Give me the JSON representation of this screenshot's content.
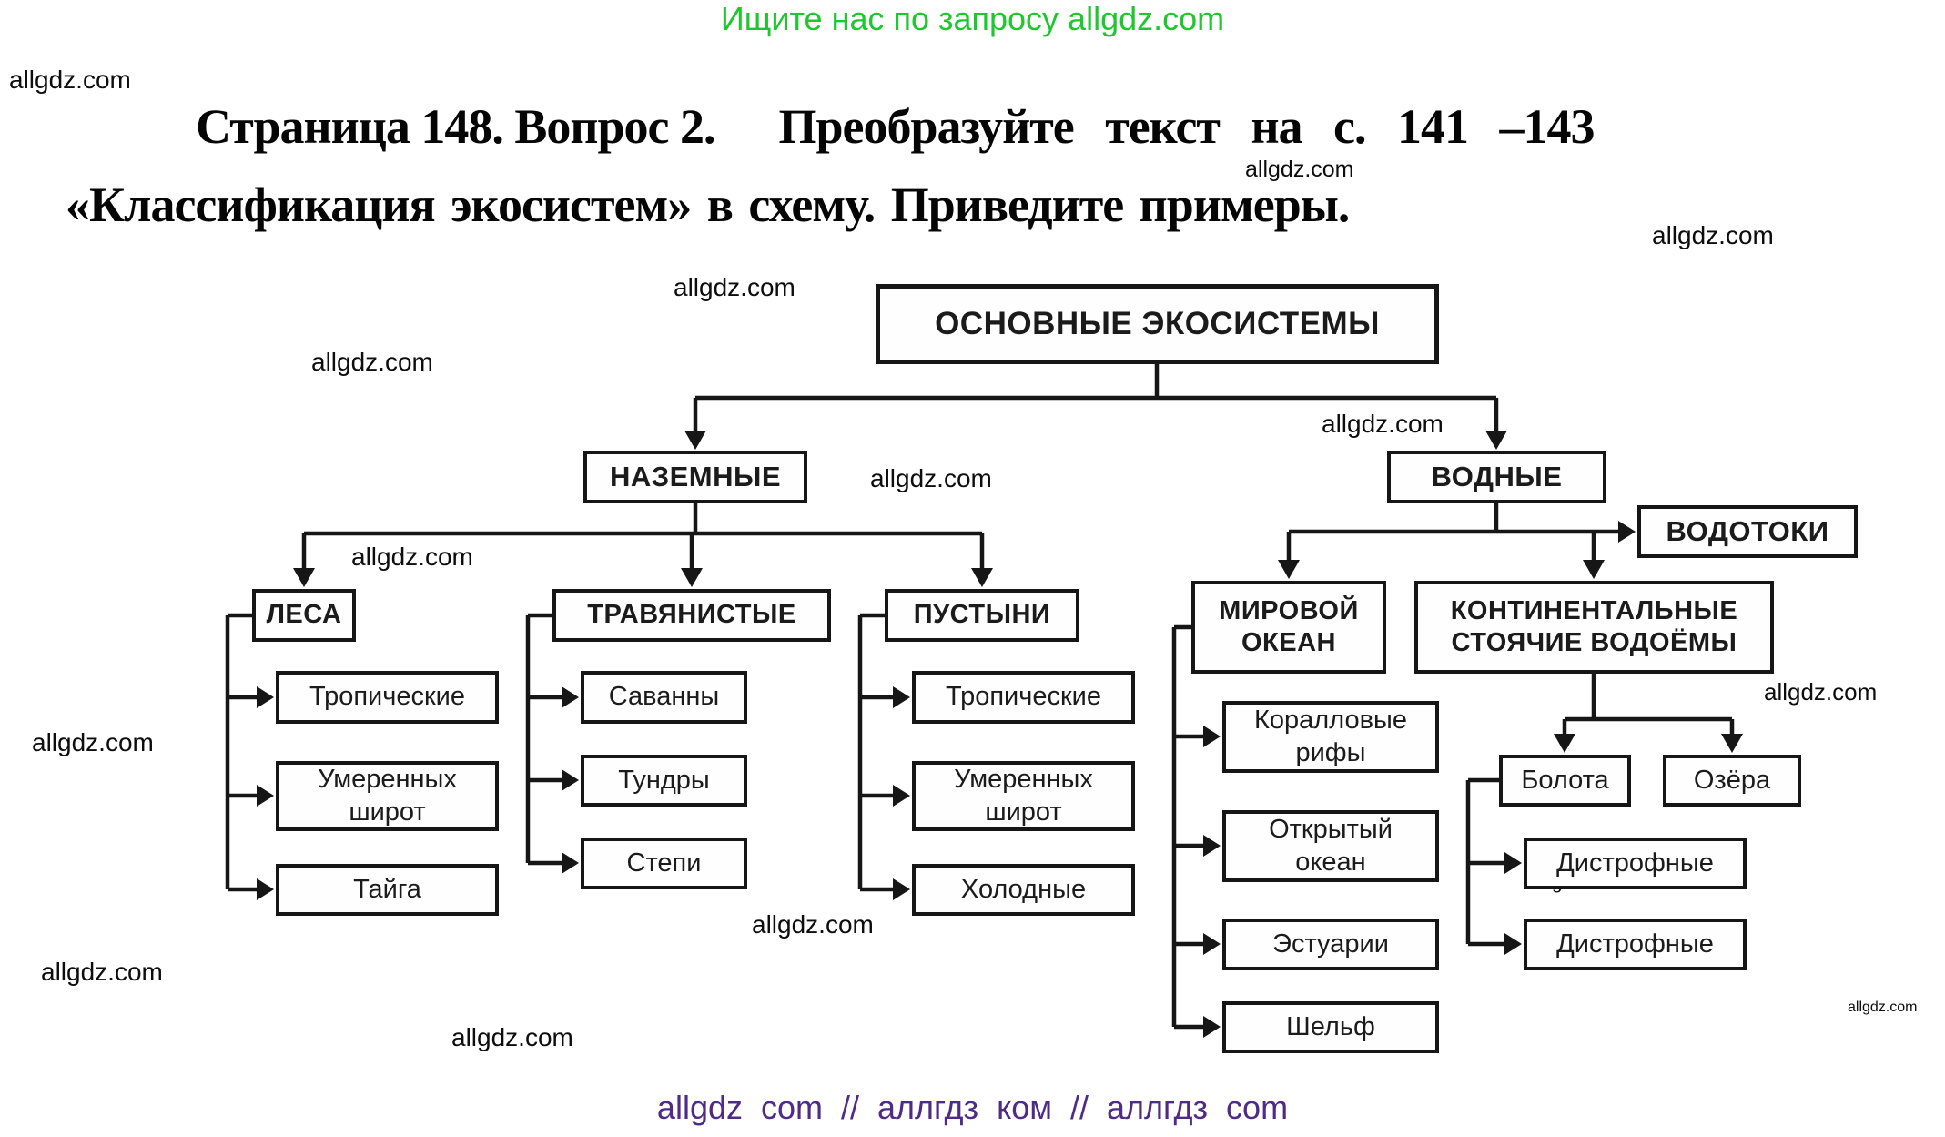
{
  "header": {
    "promo_line": "Ищите нас по запросу allgdz.com",
    "title_line1_left": "Страница 148. Вопрос 2.",
    "title_line1_right": "Преобразуйте текст на с. 141 –143",
    "title_line2": "«Классификация экосистем» в схему. Приведите примеры."
  },
  "watermark": {
    "text": "allgdz.com"
  },
  "footer": {
    "text": "allgdz com // аллгдз ком // аллгдз com"
  },
  "colors": {
    "promo_green": "#1ec72e",
    "footer_purple": "#4f2b86",
    "diagram_ink": "#161616"
  },
  "diagram": {
    "labels": {
      "root": "ОСНОВНЫЕ ЭКОСИСТЕМЫ",
      "terrestrial": "НАЗЕМНЫЕ",
      "aquatic": "ВОДНЫЕ",
      "watercourses": "ВОДОТОКИ",
      "forests": "ЛЕСА",
      "forests_tropical": "Тропические",
      "forests_temperate": "Умеренных широт",
      "forests_taiga": "Тайга",
      "grasslands": "ТРАВЯНИСТЫЕ",
      "grasslands_savannas": "Саванны",
      "grasslands_tundras": "Тундры",
      "grasslands_steppes": "Степи",
      "deserts": "ПУСТЫНИ",
      "deserts_tropical": "Тропические",
      "deserts_temperate": "Умеренных широт",
      "deserts_cold": "Холодные",
      "world_ocean": "МИРОВОЙ ОКЕАН",
      "ocean_coral_reefs": "Коралловые рифы",
      "ocean_open": "Открытый океан",
      "ocean_estuaries": "Эстуарии",
      "ocean_shelf": "Шельф",
      "continental_standing_waters": "КОНТИНЕНТАЛЬНЫЕ СТОЯЧИЕ ВОДОЁМЫ",
      "swamps": "Болота",
      "lakes": "Озёра",
      "swamps_dystrophic_1": "Дистрофные",
      "swamps_dystrophic_2": "Дистрофные"
    }
  }
}
